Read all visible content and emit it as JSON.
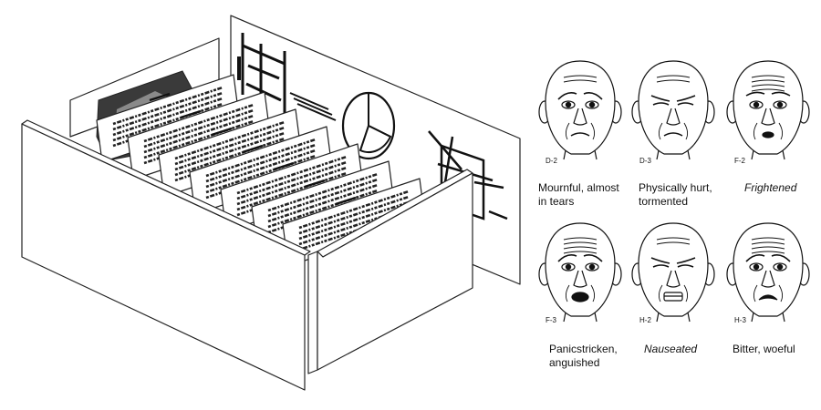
{
  "faces": [
    {
      "code": "D-2",
      "caption": "Mournful, almost in tears",
      "italic": false
    },
    {
      "code": "D-3",
      "caption": "Physically hurt, tormented",
      "italic": false
    },
    {
      "code": "F-2",
      "caption": "Frightened",
      "italic": true
    },
    {
      "code": "F-3",
      "caption": "Panicstricken, anguished",
      "italic": false
    },
    {
      "code": "H-2",
      "caption": "Nauseated",
      "italic": true
    },
    {
      "code": "H-3",
      "caption": "Bitter, woeful",
      "italic": false
    }
  ]
}
